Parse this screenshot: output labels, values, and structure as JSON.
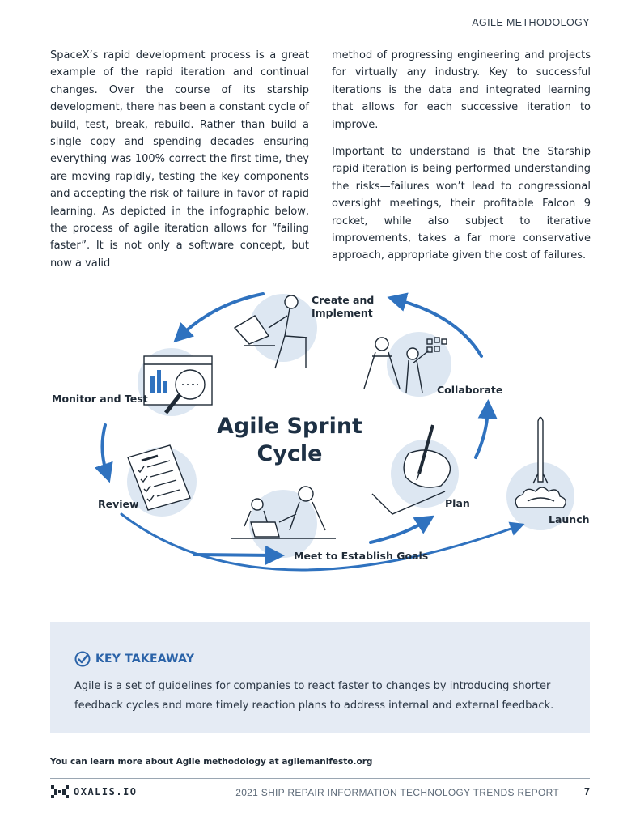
{
  "header": {
    "title": "AGILE METHODOLOGY"
  },
  "body": {
    "left_paragraph": "SpaceX’s rapid development process is a great example of the rapid iteration and continual changes. Over the course of its starship development, there has been a constant cycle of build, test, break, rebuild. Rather than build a single copy and spending decades ensuring everything was 100% correct the first time, they are moving rapidly, testing the key components and accepting the risk of failure in favor of rapid learning. As depicted in the infographic below, the process of agile iteration allows for “failing faster”. It is not only a software concept, but now a valid",
    "right_paragraph_1": "method of progressing engineering and projects for virtually any industry. Key to successful iterations is the data and integrated learning that allows for each successive iteration to improve.",
    "right_paragraph_2": "Important to understand is that the Starship rapid iteration is being performed understanding the risks—failures won’t lead to congressional oversight meetings, their profitable Falcon 9 rocket, while also subject to iterative improvements, takes a far more conservative approach, appropriate given the cost of failures."
  },
  "infographic": {
    "title_line1": "Agile Sprint",
    "title_line2": "Cycle",
    "stages": {
      "create_line1": "Create and",
      "create_line2": "Implement",
      "collaborate": "Collaborate",
      "plan": "Plan",
      "meet": "Meet to Establish Goals",
      "review": "Review",
      "monitor": "Monitor and Test",
      "launch": "Launch"
    },
    "colors": {
      "arrow": "#2f72bf",
      "circle": "#dde7f2",
      "ink": "#1f2a36"
    }
  },
  "takeaway": {
    "heading": "KEY TAKEAWAY",
    "text": "Agile is a set of guidelines for companies to react faster to changes by introducing shorter feedback cycles and more timely reaction plans to address internal and external feedback."
  },
  "footer": {
    "learn_more": "You can learn more about Agile methodology at agilemanifesto.org",
    "logo_text": "OXALIS.IO",
    "report_title": "2021 SHIP REPAIR INFORMATION TECHNOLOGY TRENDS REPORT",
    "page_number": "7"
  },
  "colors": {
    "accent": "#2b63a8",
    "takeaway_bg": "#e5ebf4",
    "rule": "#9aa6b2"
  }
}
